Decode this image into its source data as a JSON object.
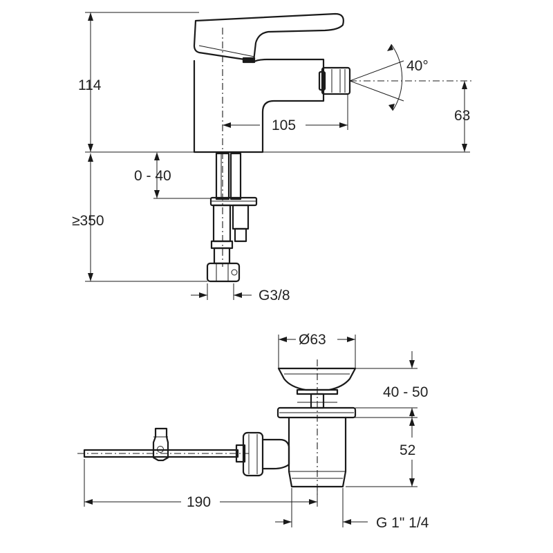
{
  "mixer_dimensions": {
    "height_above_deck": "114",
    "spout_reach": "105",
    "spray_angle": "40°",
    "spray_height": "63",
    "deck_thickness_range": "0 - 40",
    "hose_length": "≥350",
    "supply_thread": "G3/8"
  },
  "waste_dimensions": {
    "plug_diameter": "Ø63",
    "plug_lift_range": "40 - 50",
    "body_height": "52",
    "rod_length": "190",
    "outlet_thread": "G 1\" 1/4"
  }
}
